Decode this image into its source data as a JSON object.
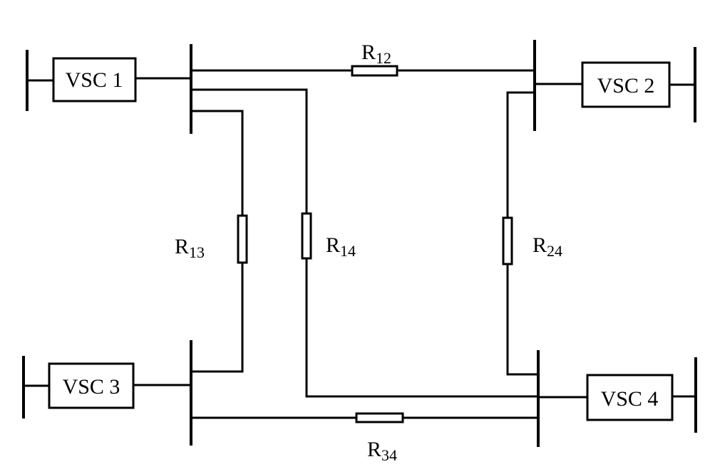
{
  "converters": {
    "vsc1": "VSC 1",
    "vsc2": "VSC 2",
    "vsc3": "VSC 3",
    "vsc4": "VSC 4"
  },
  "resistors": {
    "r12": {
      "symbol": "R",
      "subscript": "12"
    },
    "r13": {
      "symbol": "R",
      "subscript": "13"
    },
    "r14": {
      "symbol": "R",
      "subscript": "14"
    },
    "r24": {
      "symbol": "R",
      "subscript": "24"
    },
    "r34": {
      "symbol": "R",
      "subscript": "34"
    }
  }
}
